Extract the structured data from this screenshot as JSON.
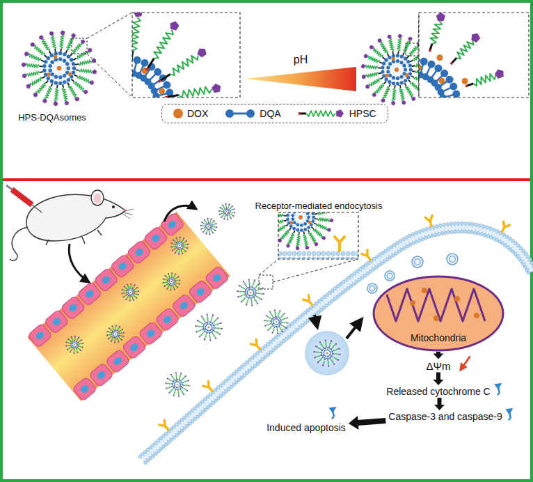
{
  "diagram": {
    "nodes": [
      {
        "text": [
          "Mitochondria"
        ]
      },
      {
        "text": [
          "ΔΨm"
        ]
      },
      {
        "text": [
          "Released cytochrome C"
        ]
      },
      {
        "text": [
          "Caspase-3 and caspase-9"
        ]
      },
      {
        "text": [
          "Induced apoptosis"
        ]
      }
    ],
    "edges": [
      {
        "from": 0,
        "to": 1,
        "arrow": "to"
      },
      {
        "from": 1,
        "to": 2,
        "arrow": "to"
      },
      {
        "from": 2,
        "to": 3,
        "arrow": "to"
      },
      {
        "from": 3,
        "to": 4,
        "arrow": "to"
      }
    ],
    "labels": [
      "HPS-DQAsomes",
      "pH",
      "Receptor-mediated endocytosis"
    ],
    "legend": [
      {
        "text": "DOX",
        "color": "#d9772b"
      },
      {
        "text": "DQA"
      },
      {
        "text": "HPSC"
      }
    ]
  }
}
